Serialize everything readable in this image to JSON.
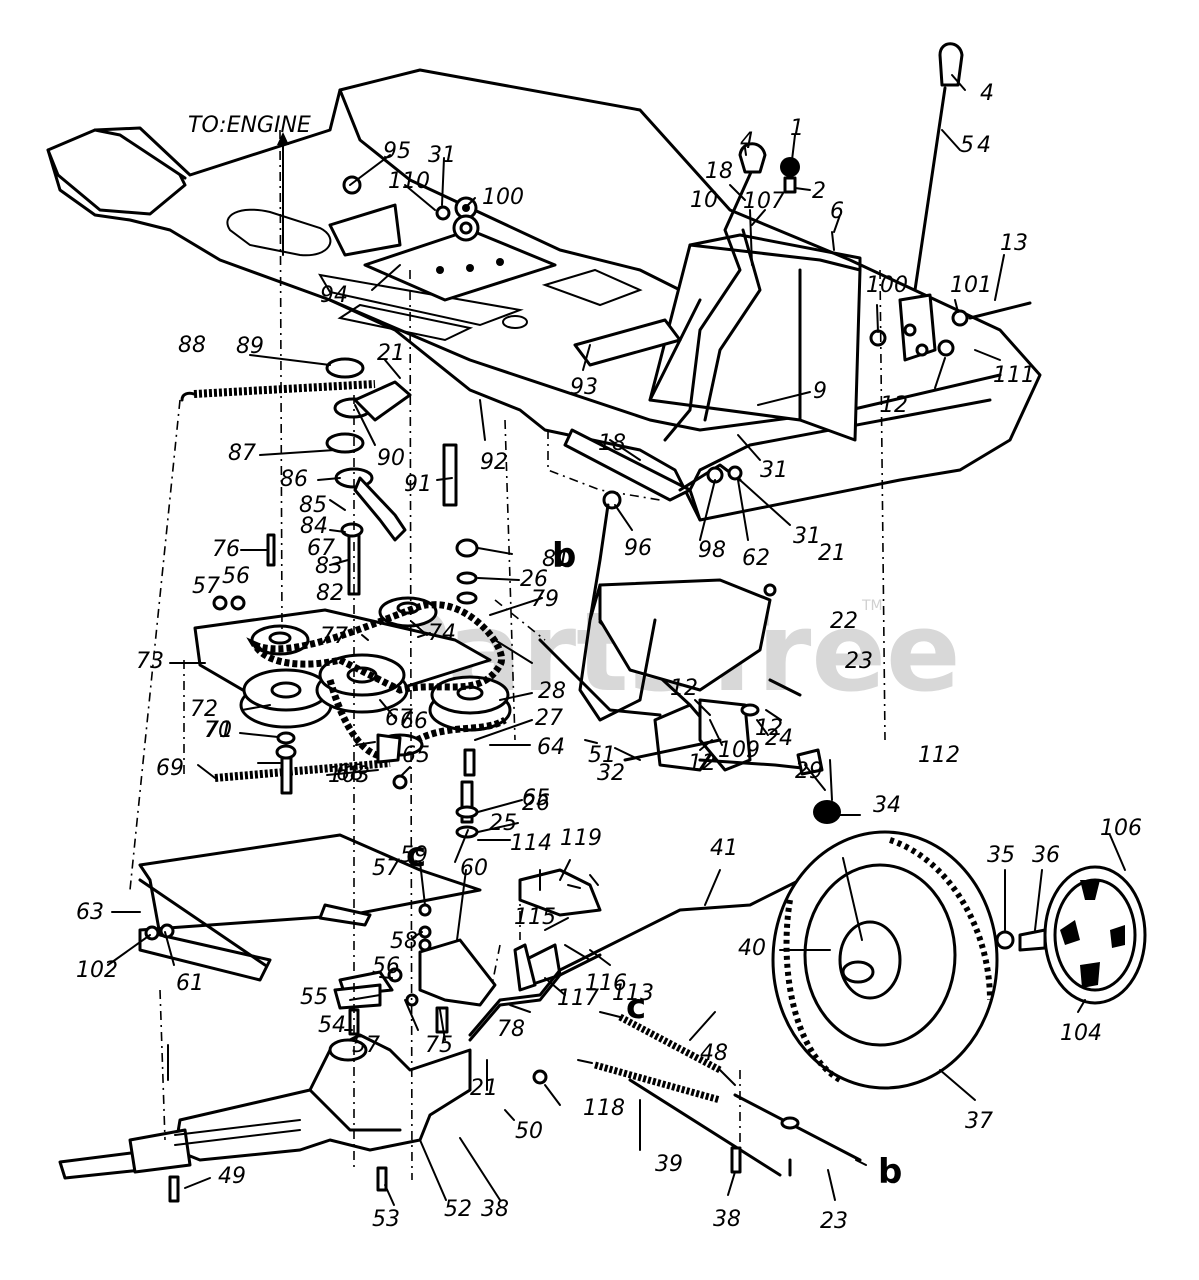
{
  "title": "TO:ENGINE",
  "watermark": {
    "text": "PartsTree",
    "tm": "TM"
  },
  "section_letters": [
    "b",
    "c",
    "c",
    "b"
  ],
  "part_labels": [
    "1",
    "2",
    "4",
    "4",
    "4",
    "5",
    "6",
    "9",
    "10",
    "12",
    "12",
    "12",
    "12",
    "13",
    "18",
    "18",
    "21",
    "21",
    "21",
    "22",
    "23",
    "23",
    "24",
    "25",
    "26",
    "26",
    "27",
    "28",
    "29",
    "31",
    "31",
    "31",
    "32",
    "34",
    "35",
    "36",
    "37",
    "38",
    "38",
    "39",
    "40",
    "41",
    "48",
    "49",
    "50",
    "51",
    "52",
    "53",
    "54",
    "55",
    "56",
    "56",
    "57",
    "57",
    "57",
    "58",
    "59",
    "60",
    "61",
    "62",
    "63",
    "64",
    "65",
    "65",
    "66",
    "67",
    "67",
    "68",
    "69",
    "70",
    "71",
    "72",
    "73",
    "74",
    "75",
    "76",
    "77",
    "78",
    "79",
    "81",
    "82",
    "83",
    "84",
    "85",
    "86",
    "87",
    "88",
    "89",
    "90",
    "91",
    "92",
    "93",
    "94",
    "95",
    "96",
    "98",
    "100",
    "100",
    "101",
    "102",
    "103",
    "104",
    "106",
    "107",
    "109",
    "110",
    "111",
    "112",
    "113",
    "114",
    "115",
    "116",
    "117",
    "118",
    "119"
  ]
}
